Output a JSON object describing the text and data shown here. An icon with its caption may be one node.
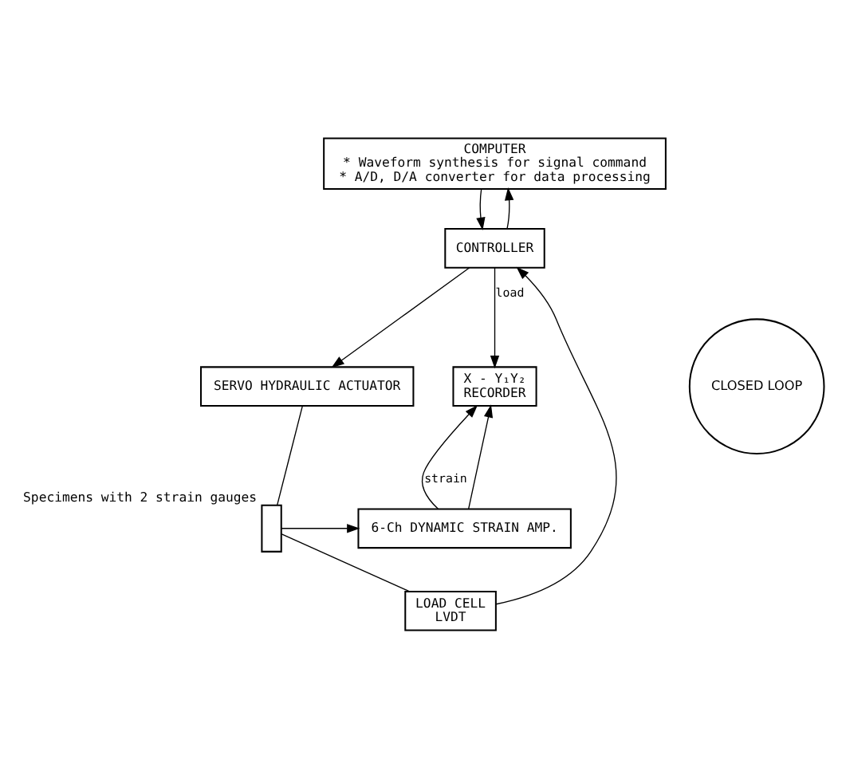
{
  "diagram": {
    "nodes": [
      {
        "text": [
          "COMPUTER",
          "* Waveform synthesis for signal command",
          "* A/D, D/A converter for data processing"
        ]
      },
      {
        "text": [
          "CONTROLLER"
        ]
      },
      {
        "text": [
          "X - Y₁Y₂",
          "RECORDER"
        ]
      },
      {
        "text": [
          "SERVO HYDRAULIC ACTUATOR"
        ]
      },
      {
        "text": [
          "CLOSED LOOP"
        ]
      },
      {
        "text": [
          "6-Ch DYNAMIC STRAIN AMP."
        ]
      },
      {
        "text": [],
        "shape": "bar",
        "beside": [
          "Specimens with 2 strain gauges"
        ]
      },
      {
        "text": [
          "LOAD CELL",
          "LVDT"
        ]
      }
    ],
    "edges": [
      {
        "from": 0,
        "to": 1,
        "arrow": "to"
      },
      {
        "from": 1,
        "to": 0,
        "arrow": "to"
      },
      {
        "from": 1,
        "to": 3,
        "arrow": "to"
      },
      {
        "from": 1,
        "to": 2,
        "arrow": "to",
        "label": "load"
      },
      {
        "from": 5,
        "to": 2,
        "arrow": "to",
        "label": "strain"
      },
      {
        "from": 5,
        "to": 2,
        "arrow": "to"
      },
      {
        "from": 3,
        "to": 6,
        "arrow": "none"
      },
      {
        "from": 6,
        "to": 7,
        "arrow": "none"
      },
      {
        "from": 6,
        "to": 5,
        "arrow": "to"
      },
      {
        "from": 7,
        "to": 1,
        "arrow": "to"
      }
    ]
  }
}
